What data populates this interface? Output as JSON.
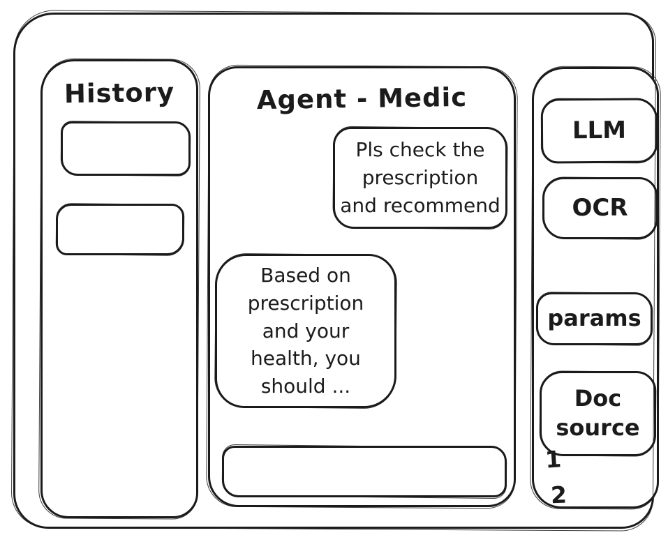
{
  "app": {
    "ink_color": "#1b1b1b",
    "background_color": "#ffffff"
  },
  "history_panel": {
    "title": "History"
  },
  "chat_panel": {
    "title": "Agent - Medic",
    "messages": [
      {
        "role": "user",
        "lines": [
          "Pls check the",
          "prescription",
          "and recommend"
        ]
      },
      {
        "role": "assistant",
        "lines": [
          "Based on",
          "prescription",
          "and your",
          "health, you",
          "should ..."
        ]
      }
    ],
    "input": {
      "value": "",
      "placeholder": ""
    }
  },
  "tools_panel": {
    "llm_label": "LLM",
    "ocr_label": "OCR",
    "params_label": "params",
    "doc_source_lines": [
      "Doc",
      "source"
    ],
    "source_items": [
      "1",
      "2"
    ]
  }
}
